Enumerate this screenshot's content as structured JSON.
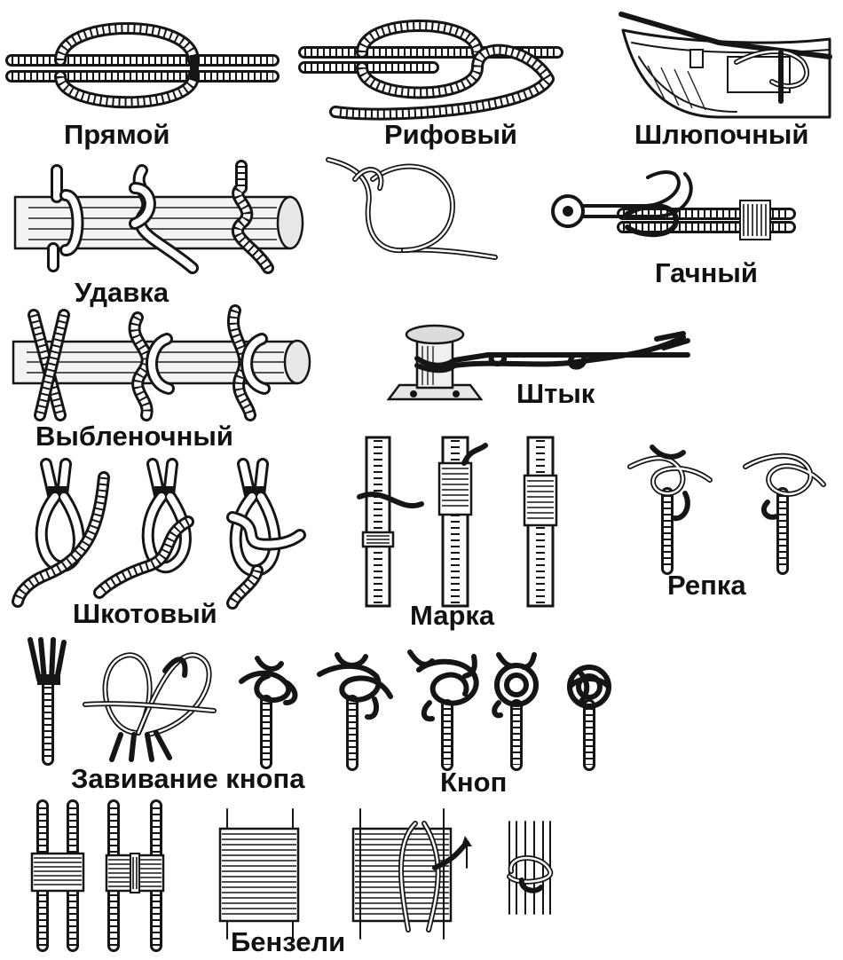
{
  "labels": {
    "pryamoy": "Прямой",
    "rifovy": "Рифовый",
    "shlyupochny": "Шлюпочный",
    "udavka": "Удавка",
    "gachny": "Гачный",
    "vyblenochny": "Выбленочный",
    "shtyk": "Штык",
    "shkotovy": "Шкотовый",
    "marka": "Марка",
    "repka": "Репка",
    "zavivanie": "Завивание кнопа",
    "knop": "Кноп",
    "benzeli": "Бензели"
  },
  "colors": {
    "ink": "#151515",
    "background": "#ffffff"
  }
}
